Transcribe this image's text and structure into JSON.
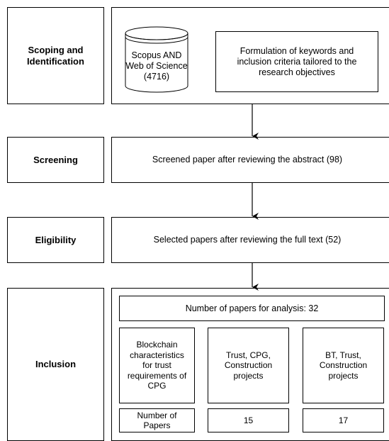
{
  "stages": {
    "scoping": "Scoping and\nIdentification",
    "screening": "Screening",
    "eligibility": "Eligibility",
    "inclusion": "Inclusion"
  },
  "scoping": {
    "database": "Scopus AND\nWeb of Science\n(4716)",
    "keywords": "Formulation of keywords and\ninclusion criteria tailored to the\nresearch objectives"
  },
  "screening_text": "Screened paper after reviewing the abstract (98)",
  "eligibility_text": "Selected papers after reviewing the full text (52)",
  "inclusion": {
    "total": "Number of papers for analysis: 32",
    "categories": [
      "Blockchain\ncharacteristics\nfor trust\nrequirements of\nCPG",
      "Trust, CPG,\nConstruction\nprojects",
      "BT, Trust,\nConstruction\nprojects"
    ],
    "counts_label": "Number of\nPapers",
    "counts": [
      "15",
      "17"
    ]
  }
}
